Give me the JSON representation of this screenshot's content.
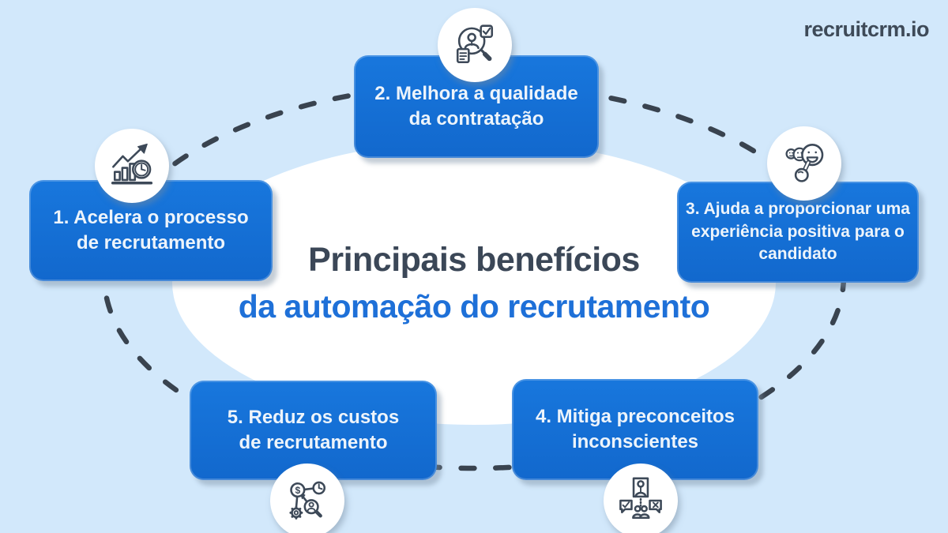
{
  "brand": {
    "logo_text": "recruitcrm.io"
  },
  "title": {
    "line1": "Principais benefícios",
    "line2": "da automação do recrutamento"
  },
  "colors": {
    "background": "#d2e8fb",
    "card_blue": "#1470d4",
    "card_text": "#edf4fb",
    "title_dark": "#3b4757",
    "title_blue": "#1e70d8",
    "dash_line": "#39434f",
    "icon_stroke": "#3d4958",
    "center_ellipse": "#ffffff"
  },
  "benefits": [
    {
      "id": "1",
      "label": "1. Acelera o processo\nde recrutamento",
      "icon": "growth-chart-clock-icon"
    },
    {
      "id": "2",
      "label": "2. Melhora a qualidade\nda contratação",
      "icon": "candidate-search-icon"
    },
    {
      "id": "3",
      "label": "3. Ajuda a proporcionar uma\nexperiência positiva para o\ncandidato",
      "icon": "smiley-faces-hand-icon"
    },
    {
      "id": "4",
      "label": "4. Mitiga preconceitos\ninconscientes",
      "icon": "bias-review-icon"
    },
    {
      "id": "5",
      "label": "5. Reduz os custos\nde recrutamento",
      "icon": "cost-network-icon"
    }
  ]
}
